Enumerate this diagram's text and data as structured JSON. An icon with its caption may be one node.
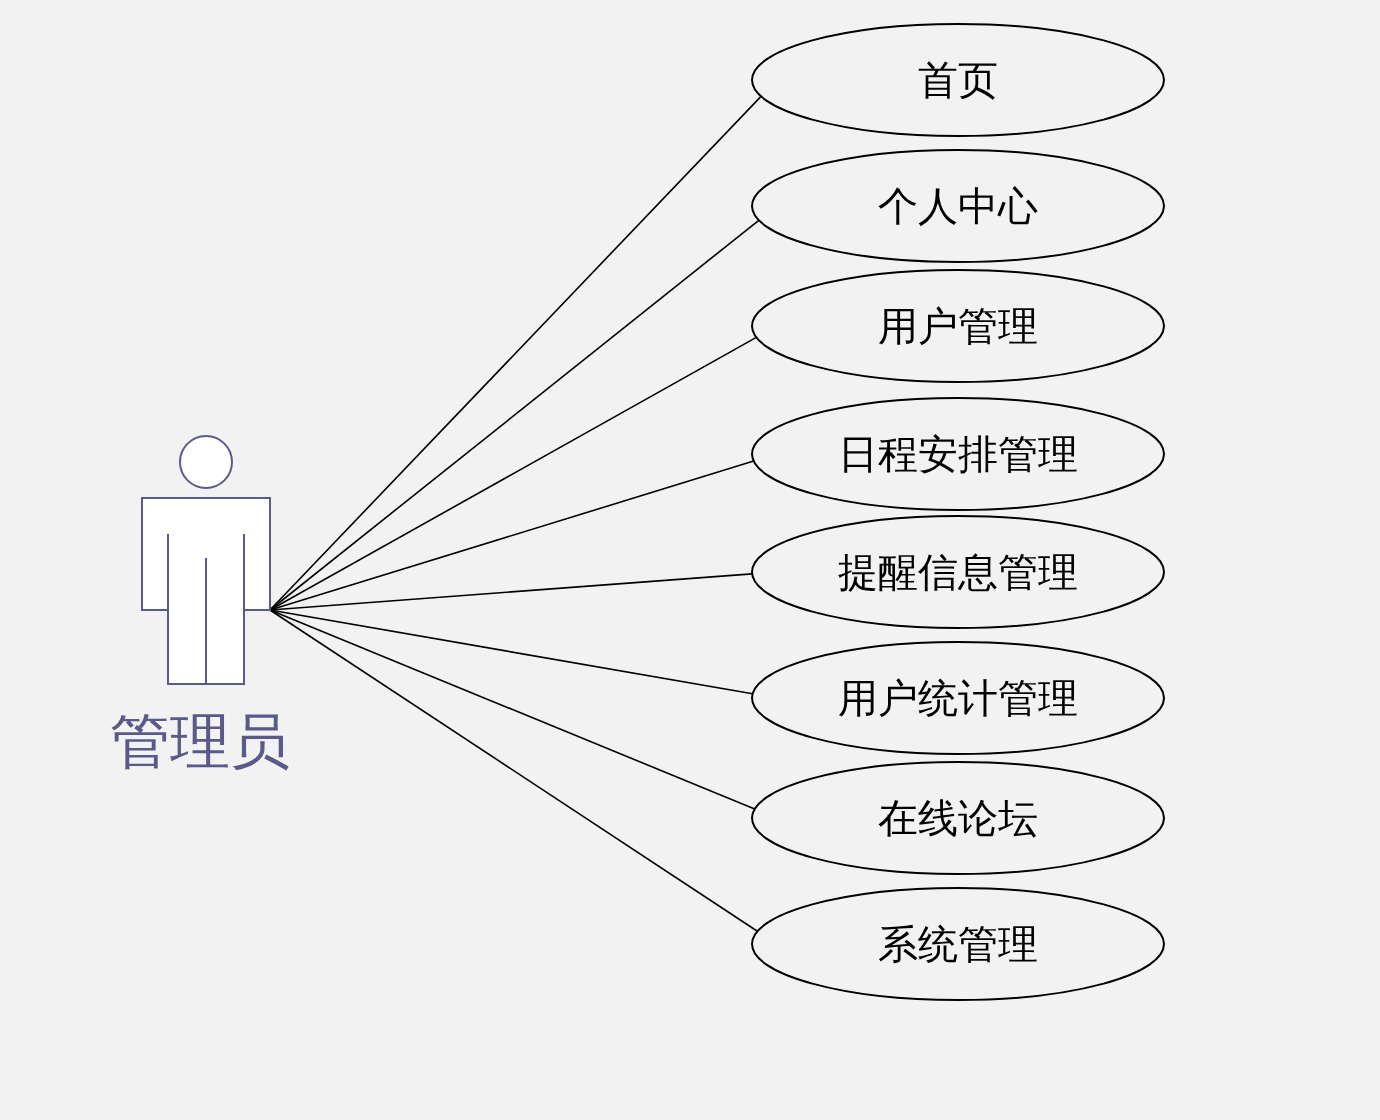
{
  "diagram": {
    "nodes": [
      {
        "text": [
          "管理员"
        ]
      },
      {
        "text": [
          "首页"
        ]
      },
      {
        "text": [
          "个人中心"
        ]
      },
      {
        "text": [
          "用户管理"
        ]
      },
      {
        "text": [
          "日程安排管理"
        ]
      },
      {
        "text": [
          "提醒信息管理"
        ]
      },
      {
        "text": [
          "用户统计管理"
        ]
      },
      {
        "text": [
          "在线论坛"
        ]
      },
      {
        "text": [
          "系统管理"
        ]
      }
    ],
    "edges": [
      {
        "from": 0,
        "to": 1,
        "arrow": "none"
      },
      {
        "from": 0,
        "to": 2,
        "arrow": "none"
      },
      {
        "from": 0,
        "to": 3,
        "arrow": "none"
      },
      {
        "from": 0,
        "to": 4,
        "arrow": "none"
      },
      {
        "from": 0,
        "to": 5,
        "arrow": "none"
      },
      {
        "from": 0,
        "to": 6,
        "arrow": "none"
      },
      {
        "from": 0,
        "to": 7,
        "arrow": "none"
      },
      {
        "from": 0,
        "to": 8,
        "arrow": "none"
      }
    ]
  }
}
